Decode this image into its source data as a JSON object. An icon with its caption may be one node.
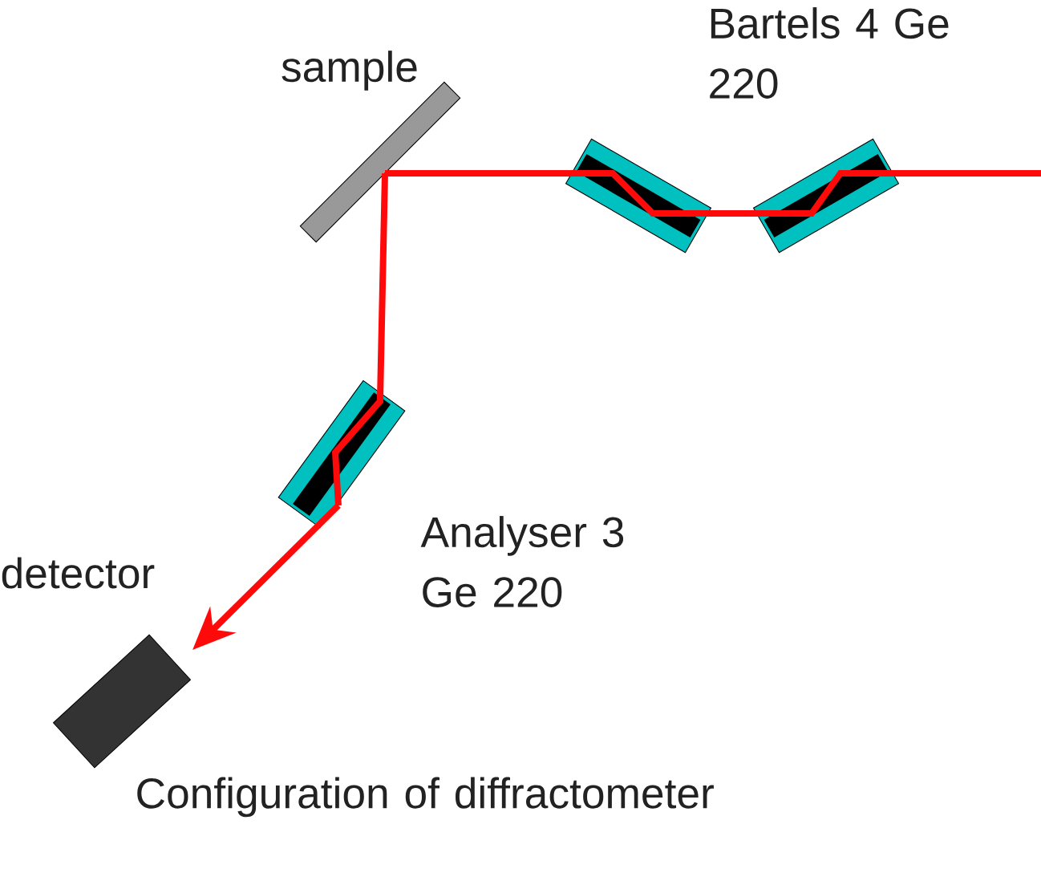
{
  "diagram": {
    "caption": "Configuration of diffractometer",
    "nodes": [
      {
        "text": [
          "sample"
        ]
      },
      {
        "text": [],
        "shape": "box"
      },
      {
        "text": [],
        "shape": "box"
      },
      {
        "text": [],
        "shape": "box",
        "beside": [
          "Analyser 3 Ge 220"
        ]
      },
      {
        "text": [
          "detector"
        ]
      }
    ],
    "edges": [
      {
        "from": null,
        "to": 2,
        "arrow": "none"
      },
      {
        "from": 2,
        "to": 1,
        "arrow": "none"
      },
      {
        "from": 1,
        "to": 0,
        "arrow": "none"
      },
      {
        "from": 0,
        "to": 3,
        "arrow": "none"
      },
      {
        "from": 3,
        "to": 4,
        "arrow": "to"
      }
    ],
    "labels": [
      "Bartels 4 Ge 220"
    ]
  }
}
